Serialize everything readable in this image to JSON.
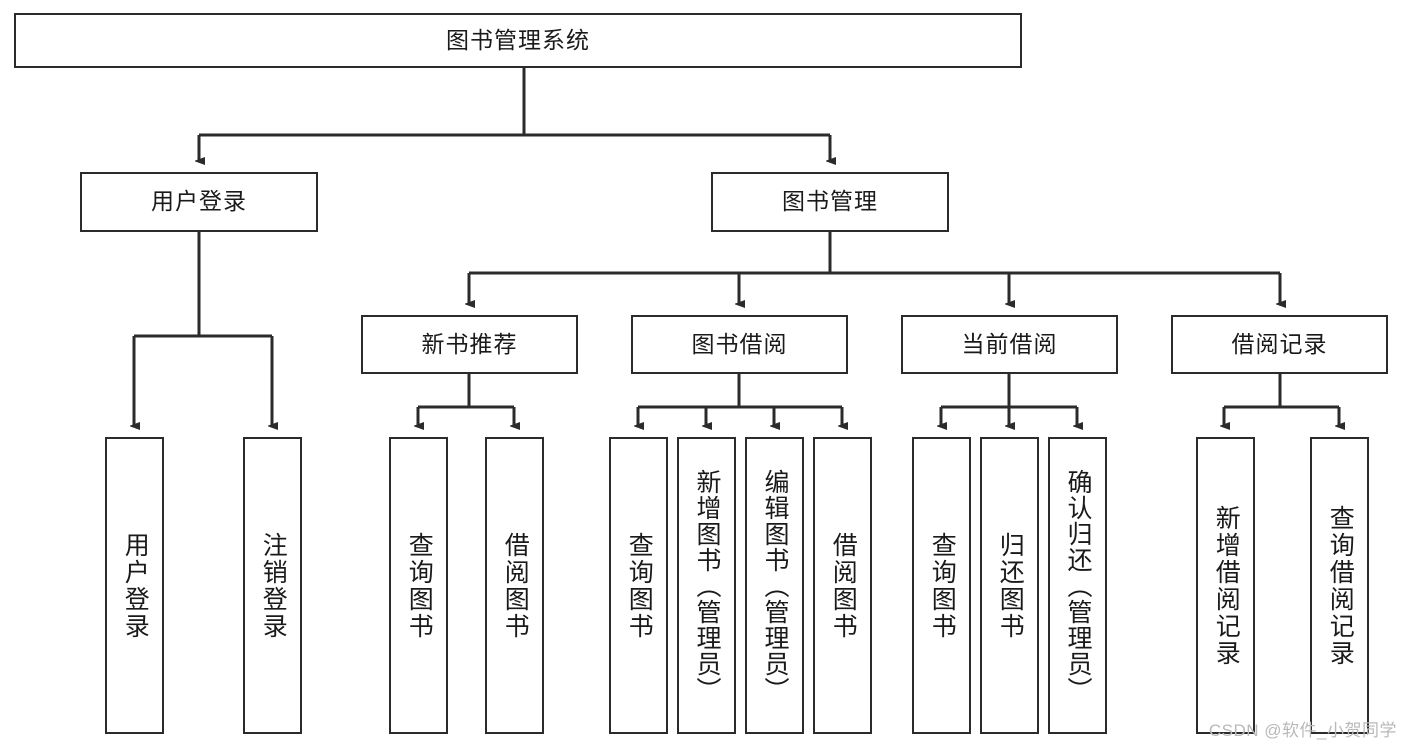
{
  "diagram": {
    "title": "图书管理系统",
    "watermark": "CSDN @软件_小贺同学",
    "line_color": "#2b2b2b",
    "box_fill": "#ffffff",
    "text_color": "#1a1a1a",
    "watermark_color": "#b9b9b9",
    "root": {
      "label": "图书管理系统"
    },
    "level2": [
      {
        "label": "用户登录"
      },
      {
        "label": "图书管理"
      }
    ],
    "level3": [
      {
        "label": "新书推荐"
      },
      {
        "label": "图书借阅"
      },
      {
        "label": "当前借阅"
      },
      {
        "label": "借阅记录"
      }
    ],
    "leaves": {
      "user_login": [
        {
          "label": "用户登录"
        },
        {
          "label": "注销登录"
        }
      ],
      "new_book": [
        {
          "label": "查询图书"
        },
        {
          "label": "借阅图书"
        }
      ],
      "borrow_book": [
        {
          "label": "查询图书"
        },
        {
          "label": "新增图书（管理员）"
        },
        {
          "label": "编辑图书（管理员）"
        },
        {
          "label": "借阅图书"
        }
      ],
      "current_borrow": [
        {
          "label": "查询图书"
        },
        {
          "label": "归还图书"
        },
        {
          "label": "确认归还（管理员）"
        }
      ],
      "borrow_record": [
        {
          "label": "新增借阅记录"
        },
        {
          "label": "查询借阅记录"
        }
      ]
    }
  }
}
